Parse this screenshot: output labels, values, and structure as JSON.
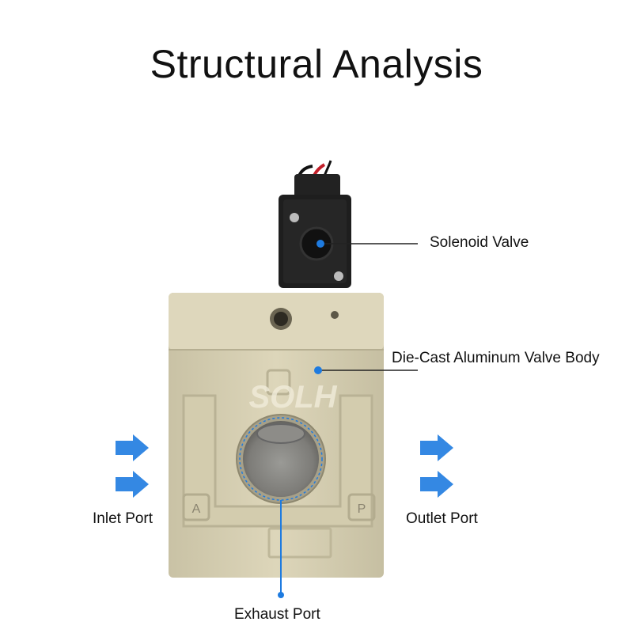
{
  "title": "Structural Analysis",
  "watermark": "SOLH",
  "body_marks": {
    "left": "A",
    "right": "P"
  },
  "labels": {
    "solenoid": "Solenoid Valve",
    "body": "Die-Cast Aluminum Valve Body",
    "inlet": "Inlet Port",
    "outlet": "Outlet Port",
    "exhaust": "Exhaust Port"
  },
  "colors": {
    "accent": "#1e7be0",
    "body": "#d8d1b4",
    "solenoid": "#1c1c1c"
  }
}
